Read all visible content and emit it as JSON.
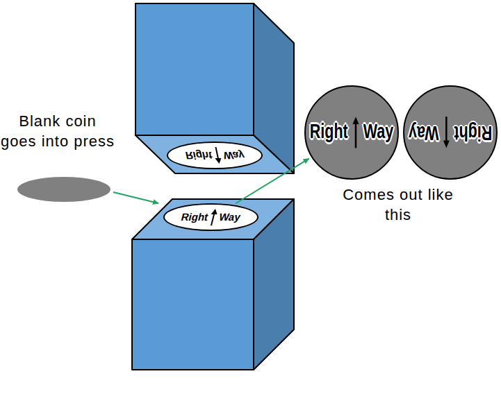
{
  "diagram": {
    "nodes": [
      {
        "text": [
          "Right Way"
        ]
      },
      {
        "text": [
          "Right Way"
        ]
      },
      {
        "text": [
          "Right Way"
        ]
      },
      {
        "text": [
          "Right Way"
        ]
      }
    ],
    "edges": [
      {
        "from": 1,
        "to": 2,
        "arrow": "to"
      }
    ],
    "labels": [
      "Blank coin goes into press",
      "Comes out like this"
    ]
  }
}
